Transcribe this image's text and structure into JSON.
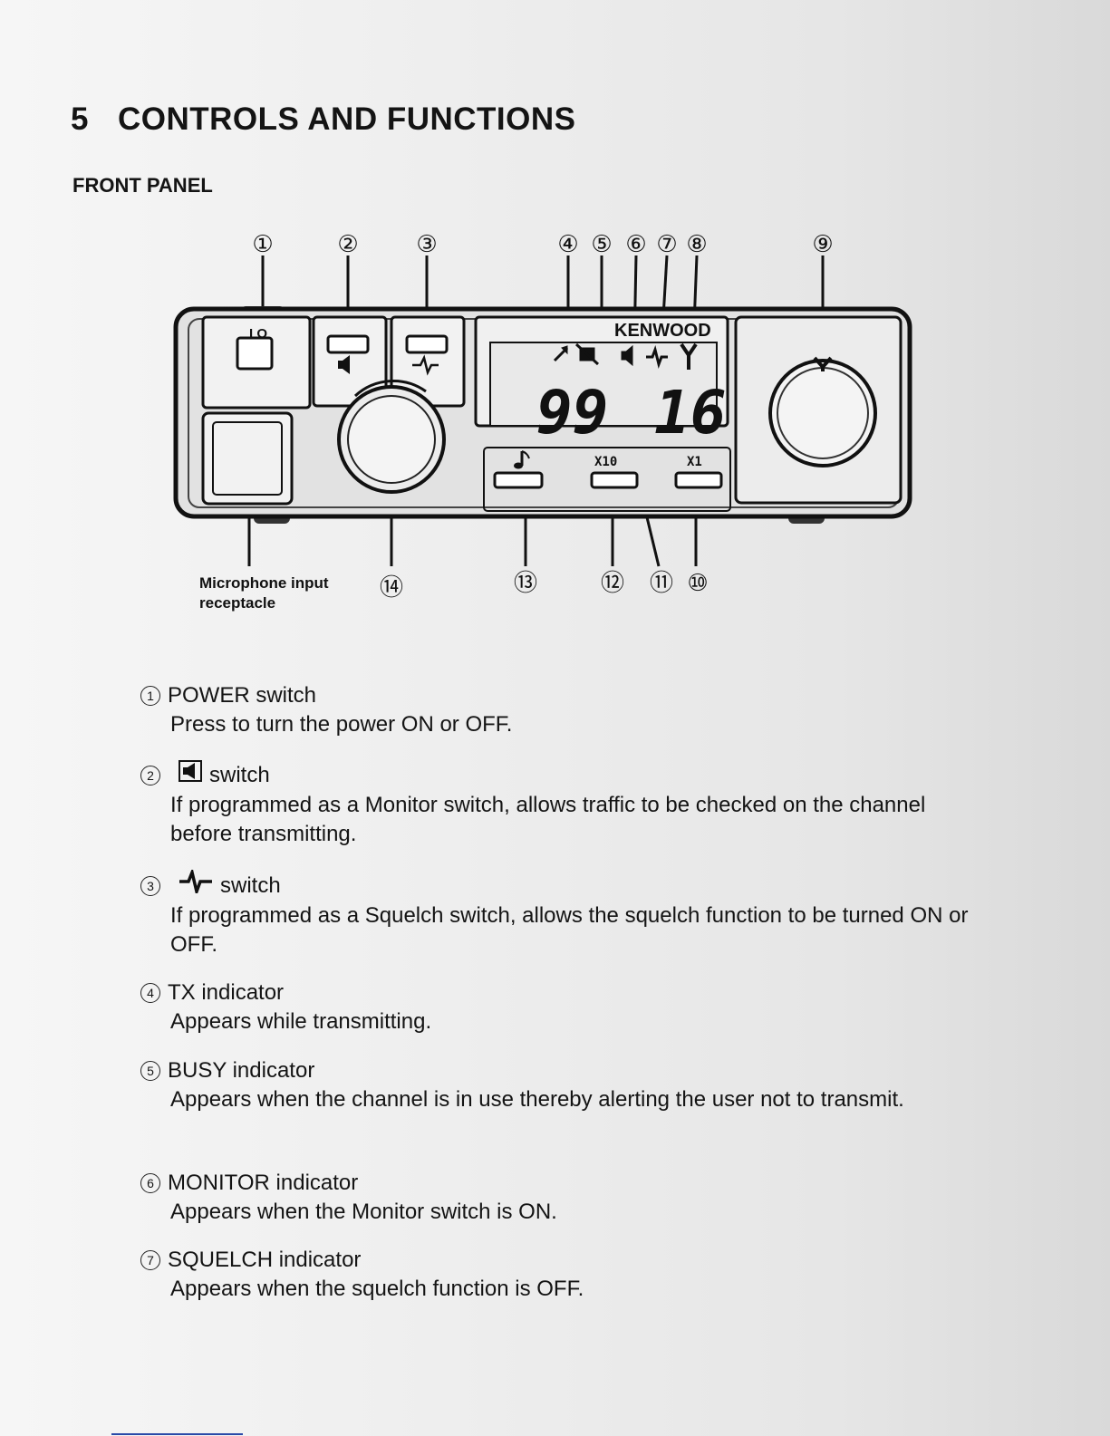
{
  "section": {
    "number": "5",
    "title": "CONTROLS AND FUNCTIONS"
  },
  "subsection": "FRONT PANEL",
  "device": {
    "brand": "KENWOOD",
    "display_digits_left": "99",
    "display_digits_right": "16",
    "button_labels": {
      "x10": "X10",
      "x1": "X1",
      "power": "I O"
    }
  },
  "callouts": [
    "①",
    "②",
    "③",
    "④",
    "⑤",
    "⑥",
    "⑦",
    "⑧",
    "⑨",
    "⑩",
    "⑪",
    "⑫",
    "⑬",
    "⑭"
  ],
  "microphone_label": {
    "line1": "Microphone input",
    "line2": "receptacle"
  },
  "items": [
    {
      "num": "1",
      "title": "POWER switch",
      "desc": "Press to turn the power ON or OFF."
    },
    {
      "num": "2",
      "title": "switch",
      "desc": "If programmed as a Monitor switch, allows traffic to be checked on the channel before transmitting.",
      "icon": "speaker-icon"
    },
    {
      "num": "3",
      "title": "switch",
      "desc": "If programmed as a Squelch switch, allows the squelch function to be turned ON or OFF.",
      "icon": "squelch-icon"
    },
    {
      "num": "4",
      "title": "TX indicator",
      "desc": "Appears while transmitting."
    },
    {
      "num": "5",
      "title": "BUSY indicator",
      "desc": "Appears when the channel is in use thereby alerting the user not to transmit."
    },
    {
      "num": "6",
      "title": "MONITOR indicator",
      "desc": "Appears when the Monitor switch is ON."
    },
    {
      "num": "7",
      "title": "SQUELCH indicator",
      "desc": "Appears when the squelch function is OFF."
    }
  ]
}
